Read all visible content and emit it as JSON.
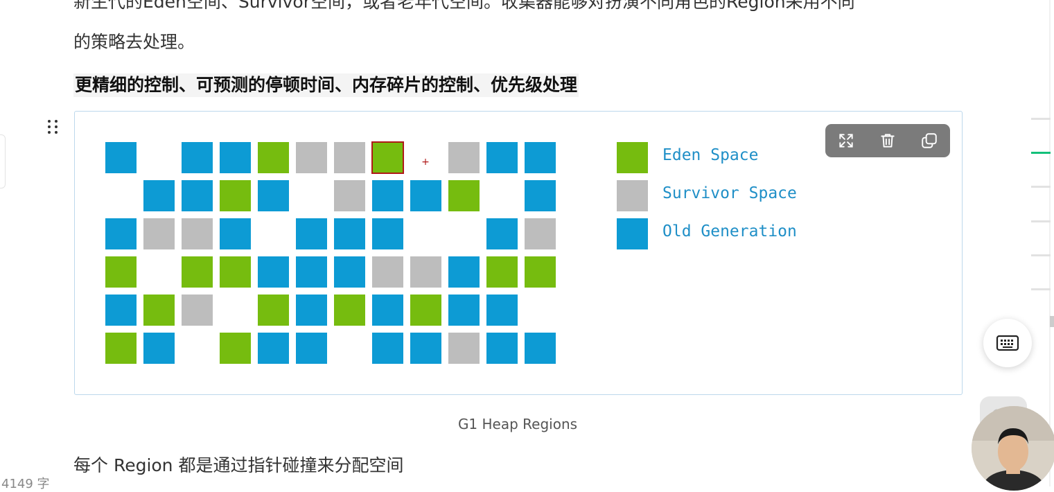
{
  "article": {
    "top_partial": "新生代的Eden空间、Survivor空间，或者老年代空间。收集器能够对扮演不同角色的Region采用不同",
    "top_partial_line2": "的策略去处理。",
    "bold_heading": "更精细的控制、可预测的停顿时间、内存碎片的控制、优先级处理",
    "caption": "G1 Heap Regions",
    "para3": "每个 Region 都是通过指针碰撞来分配空间",
    "word_count": "4149 字"
  },
  "figure": {
    "colors": {
      "eden": "#76bc0f",
      "survivor": "#bdbdbd",
      "old": "#0d9bd4",
      "highlight_border": "#b01818"
    },
    "grid": [
      [
        "O",
        "",
        "O",
        "O",
        "E",
        "S",
        "S",
        "E*",
        "",
        "S",
        "O",
        "O"
      ],
      [
        "",
        "O",
        "O",
        "E",
        "O",
        "",
        "S",
        "O",
        "O",
        "E",
        "",
        "O"
      ],
      [
        "O",
        "S",
        "S",
        "O",
        "",
        "O",
        "O",
        "O",
        "",
        "",
        "O",
        "S"
      ],
      [
        "E",
        "",
        "E",
        "E",
        "O",
        "O",
        "O",
        "S",
        "S",
        "O",
        "E",
        "E"
      ],
      [
        "O",
        "E",
        "S",
        "",
        "E",
        "O",
        "E",
        "O",
        "E",
        "O",
        "O",
        ""
      ],
      [
        "E",
        "O",
        "",
        "E",
        "O",
        "O",
        "",
        "O",
        "O",
        "S",
        "O",
        "O"
      ]
    ],
    "legend": [
      {
        "label": "Eden Space",
        "color": "#76bc0f"
      },
      {
        "label": "Survivor Space",
        "color": "#bdbdbd"
      },
      {
        "label": "Old Generation",
        "color": "#0d9bd4"
      }
    ],
    "toolbar_icons": [
      "expand-icon",
      "trash-icon",
      "copy-icon"
    ]
  },
  "side": {
    "keyboard_icon": "keyboard-icon",
    "video_icon": "play-icon"
  }
}
